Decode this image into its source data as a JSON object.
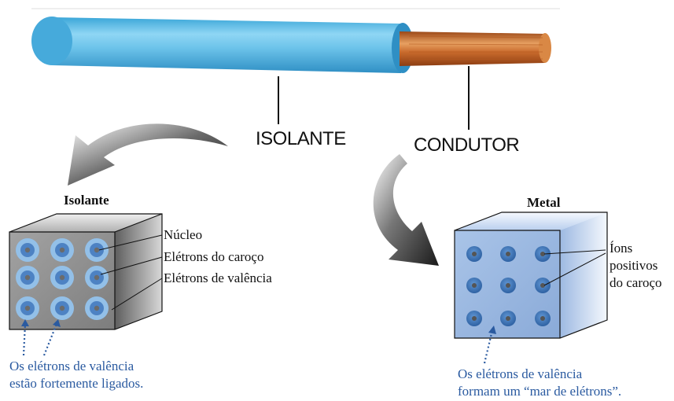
{
  "wire": {
    "insulator_label": "ISOLANTE",
    "conductor_label": "CONDUTOR"
  },
  "insulator_panel": {
    "title": "Isolante",
    "callouts": [
      "Núcleo",
      "Elétrons do caroço",
      "Elétrons de valência"
    ],
    "note_lines": [
      "Os elétrons de valência",
      "estão fortemente ligados."
    ]
  },
  "metal_panel": {
    "title": "Metal",
    "callout_lines": [
      "Íons",
      "positivos",
      "do caroço"
    ],
    "note_lines": [
      "Os elétrons de valência",
      "formam um “mar de elétrons”."
    ]
  },
  "colors": {
    "insulation": "#64bfe6",
    "copper": "#c8692a",
    "insulator_cube_face": "#8f8f8f",
    "metal_cube_face": "#9ab7df",
    "atom_core": "#2e5d97",
    "note_text": "#2a5aa0"
  }
}
